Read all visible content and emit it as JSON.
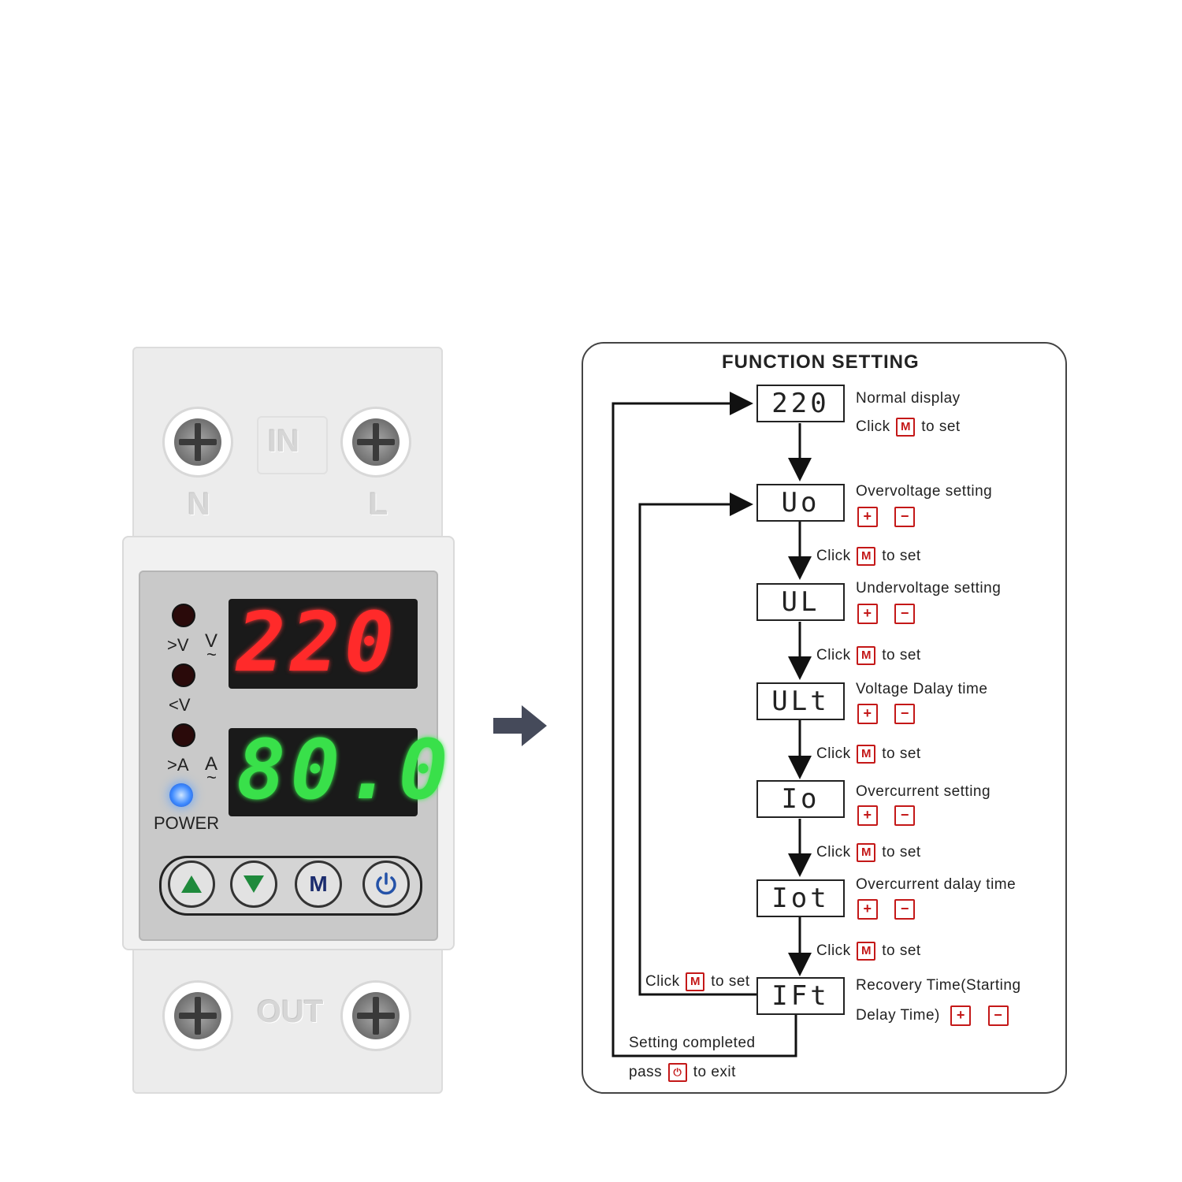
{
  "device": {
    "top_label": "IN",
    "bottom_label": "OUT",
    "terminal_left": "N",
    "terminal_right": "L",
    "voltage_display": "220",
    "current_display": "80.0",
    "indicator_over_v": ">V",
    "indicator_under_v": "<V",
    "indicator_over_a": ">A",
    "unit_v": "V",
    "unit_a": "A",
    "unit_ac": "~",
    "power_label": "POWER",
    "buttons": [
      "up",
      "down",
      "M",
      "power"
    ],
    "button_m_label": "M",
    "colors": {
      "voltage": "#ff2a2a",
      "current": "#39e04a",
      "power_led": "#3f8bff"
    }
  },
  "card": {
    "title": "FUNCTION SETTING",
    "steps": [
      {
        "code": "220",
        "line1": "Normal display",
        "line2_pre": "Click",
        "line2_post": "to set"
      },
      {
        "code": "Uo",
        "line1": "Overvoltage  setting"
      },
      {
        "code": "UL",
        "line1": "Undervoltage  setting"
      },
      {
        "code": "ULt",
        "line1": "Voltage  Dalay  time"
      },
      {
        "code": "Io",
        "line1": "Overcurrent  setting"
      },
      {
        "code": "Iot",
        "line1": "Overcurrent dalay time"
      },
      {
        "code": "IFt",
        "line1": "Recovery Time(Starting",
        "line2": "Delay Time)"
      }
    ],
    "click_pre": "Click",
    "click_post": "to set",
    "key_m": "M",
    "key_plus": "+",
    "key_minus": "−",
    "completed": "Setting  completed",
    "exit_pre": "pass",
    "exit_post": "to exit"
  }
}
